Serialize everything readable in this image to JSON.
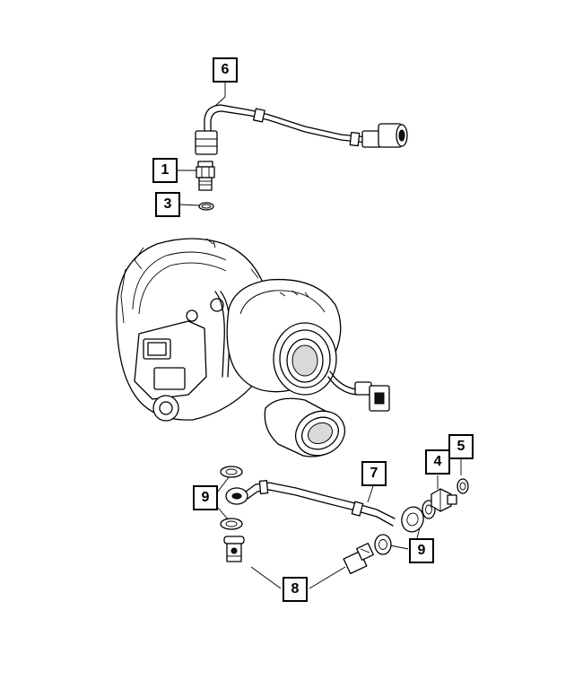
{
  "callouts": {
    "c1": "1",
    "c3": "3",
    "c6": "6",
    "c4": "4",
    "c5": "5",
    "c7": "7",
    "c9a": "9",
    "c9b": "9",
    "c8": "8"
  },
  "colors": {
    "line": "#000000",
    "background": "#ffffff",
    "shade": "#d9d9d9"
  }
}
